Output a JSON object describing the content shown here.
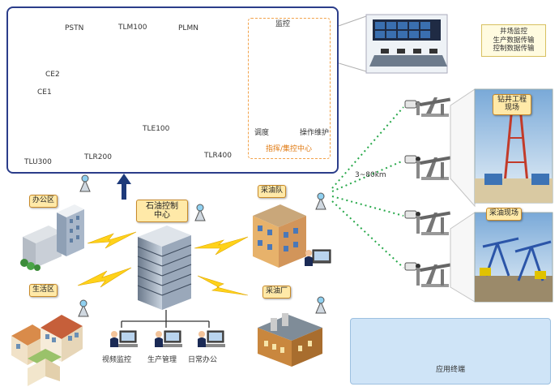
{
  "network": {
    "cloud_left": "PSTN",
    "cloud_right": "PLMN",
    "tlm100": "TLM100",
    "ce2": "CE2",
    "ce1": "CE1",
    "tle100": "TLE100",
    "tlu300": "TLU300",
    "tlr200": "TLR200",
    "tlr400": "TLR400",
    "monitor": "监控",
    "dispatch": "调度",
    "operation": "操作维护",
    "center": "指挥/集控中心"
  },
  "callouts": {
    "office": "办公区",
    "living": "生活区",
    "petro_center_line1": "石油控制",
    "petro_center_line2": "中心",
    "oil_team": "采油队",
    "oil_plant": "采油厂",
    "drill_site_line1": "钻井工程",
    "drill_site_line2": "现场",
    "oil_site": "采油现场",
    "site_control": [
      "井场监控",
      "生产数据传输",
      "控制数据传输"
    ]
  },
  "bottom": {
    "video_control": "视频监控",
    "production_mgmt": "生产管理",
    "daily_office": "日常办公"
  },
  "wireless_range": "3~80km",
  "terminals_label": "应用终端",
  "colors": {
    "panel_border": "#2b3d8a",
    "bus_blue": "#2a3f9a",
    "bus_red": "#c0272d",
    "wireless_dots": "#27a84a",
    "lightning": "#ffd21a",
    "callout_bg": "#ffe9a8"
  }
}
